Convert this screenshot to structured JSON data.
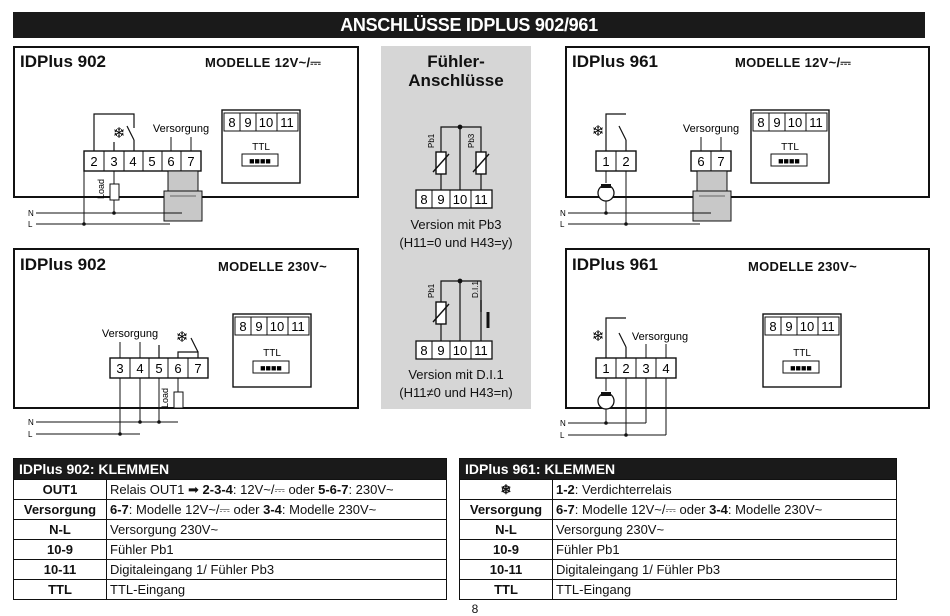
{
  "banner": "ANSCHLÜSSE IDPLUS 902/961",
  "panels": {
    "p902_12": {
      "title": "IDPlus 902",
      "model": "MODELLE 12V~/⎓",
      "supply": "Versorgung",
      "terms": [
        "2",
        "3",
        "4",
        "5",
        "6",
        "7"
      ],
      "load": "Load",
      "n": "N",
      "l": "L"
    },
    "p902_230": {
      "title": "IDPlus 902",
      "model": "MODELLE 230V~",
      "supply": "Versorgung",
      "terms": [
        "3",
        "4",
        "5",
        "6",
        "7"
      ],
      "load": "Load",
      "n": "N",
      "l": "L"
    },
    "p961_12": {
      "title": "IDPlus 961",
      "model": "MODELLE 12V~/⎓",
      "supply": "Versorgung",
      "terms_a": [
        "1",
        "2"
      ],
      "terms_b": [
        "6",
        "7"
      ],
      "n": "N",
      "l": "L"
    },
    "p961_230": {
      "title": "IDPlus 961",
      "model": "MODELLE 230V~",
      "supply": "Versorgung",
      "terms": [
        "1",
        "2",
        "3",
        "4"
      ],
      "n": "N",
      "l": "L"
    }
  },
  "ttl": {
    "label": "TTL",
    "terms": [
      "8",
      "9",
      "10",
      "11"
    ]
  },
  "center": {
    "head_line1": "Fühler-",
    "head_line2": "Anschlüsse",
    "pb1": "Pb1",
    "pb3": "Pb3",
    "di": "D.I.1",
    "v1_line1": "Version mit Pb3",
    "v1_line2": "(H11=0 und H43=y)",
    "v2_line1": "Version mit D.I.1",
    "v2_line2": "(H11≠0 und H43=n)"
  },
  "table_left": {
    "title": "IDPlus 902: KLEMMEN",
    "rows": [
      {
        "key": "OUT1",
        "pre": "Relais OUT1 ",
        "b1": "2-3-4",
        "mid": ": 12V~/⎓  oder ",
        "b2": "5-6-7",
        "post": ": 230V~"
      },
      {
        "key": "Versorgung",
        "pre": "",
        "b1": "6-7",
        "mid": ": Modelle 12V~/⎓  oder ",
        "b2": "3-4",
        "post": ": Modelle 230V~"
      },
      {
        "key": "N-L",
        "pre": "Versorgung 230V~",
        "b1": "",
        "mid": "",
        "b2": "",
        "post": ""
      },
      {
        "key": "10-9",
        "pre": "Fühler Pb1",
        "b1": "",
        "mid": "",
        "b2": "",
        "post": ""
      },
      {
        "key": "10-11",
        "pre": "Digitaleingang 1/ Fühler Pb3",
        "b1": "",
        "mid": "",
        "b2": "",
        "post": ""
      },
      {
        "key": "TTL",
        "pre": "TTL-Eingang",
        "b1": "",
        "mid": "",
        "b2": "",
        "post": ""
      }
    ]
  },
  "table_right": {
    "title": "IDPlus 961: KLEMMEN",
    "rows": [
      {
        "key": "❄",
        "pre": "",
        "b1": "1-2",
        "mid": ": Verdichterrelais",
        "b2": "",
        "post": ""
      },
      {
        "key": "Versorgung",
        "pre": "",
        "b1": "6-7",
        "mid": ": Modelle 12V~/⎓  oder ",
        "b2": "3-4",
        "post": ": Modelle 230V~"
      },
      {
        "key": "N-L",
        "pre": "Versorgung 230V~",
        "b1": "",
        "mid": "",
        "b2": "",
        "post": ""
      },
      {
        "key": "10-9",
        "pre": "Fühler Pb1",
        "b1": "",
        "mid": "",
        "b2": "",
        "post": ""
      },
      {
        "key": "10-11",
        "pre": "Digitaleingang 1/ Fühler Pb3",
        "b1": "",
        "mid": "",
        "b2": "",
        "post": ""
      },
      {
        "key": "TTL",
        "pre": "TTL-Eingang",
        "b1": "",
        "mid": "",
        "b2": "",
        "post": ""
      }
    ]
  },
  "page_number": "8"
}
